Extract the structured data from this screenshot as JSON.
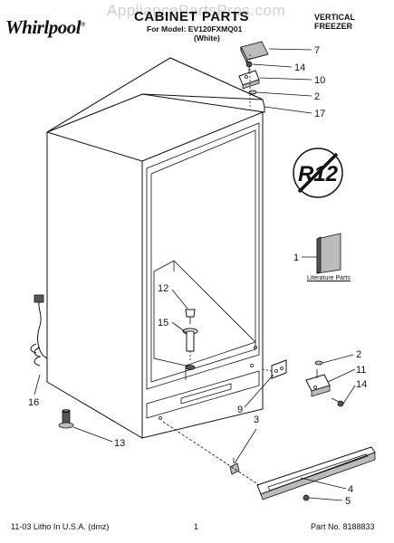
{
  "header": {
    "brand": "Whirlpool",
    "watermark": "AppliancePartsPros.com",
    "title": "CABINET PARTS",
    "model_line": "For Model: EV120FXMQ01",
    "variant": "(White)",
    "category": "VERTICAL FREEZER"
  },
  "logo_mark": "R12",
  "literature_label": "Literature Parts",
  "callouts": {
    "c7": "7",
    "c14a": "14",
    "c10": "10",
    "c2a": "2",
    "c17": "17",
    "c1": "1",
    "c12": "12",
    "c15": "15",
    "c2b": "2",
    "c11": "11",
    "c14b": "14",
    "c9": "9",
    "c3": "3",
    "c16": "16",
    "c13": "13",
    "c4": "4",
    "c5": "5"
  },
  "footer": {
    "left": "11-03 Litho In U.S.A. (dmz)",
    "page": "1",
    "part_number": "Part No. 8188833"
  }
}
